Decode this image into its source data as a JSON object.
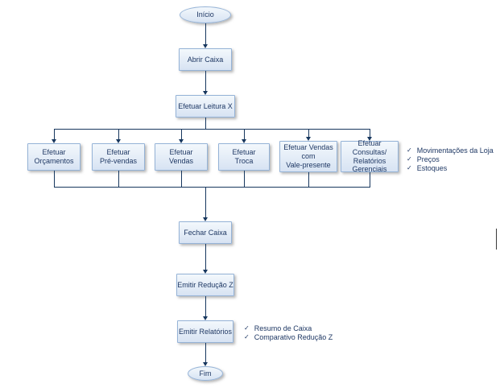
{
  "icons": {
    "check": "✓"
  },
  "flow": {
    "start_label": "Início",
    "end_label": "Fim",
    "abrir_caixa": "Abrir Caixa",
    "leitura_x": "Efetuar Leitura X",
    "fechar_caixa": "Fechar Caixa",
    "emitir_reducao_z": "Emitir Redução Z",
    "emitir_relatorios": "Emitir Relatórios",
    "branches": [
      {
        "label": "Efetuar\nOrçamentos"
      },
      {
        "label": "Efetuar\nPré-vendas"
      },
      {
        "label": "Efetuar\nVendas"
      },
      {
        "label": "Efetuar\nTroca"
      },
      {
        "label": "Efetuar Vendas\ncom\nVale-presente"
      },
      {
        "label": "Efetuar Consultas/\nRelatórios\nGerenciais"
      }
    ]
  },
  "notes": {
    "consultas": [
      "Movimentações da Loja",
      "Preços",
      "Estoques"
    ],
    "relatorios": [
      "Resumo de Caixa",
      "Comparativo Redução Z"
    ]
  },
  "colors": {
    "box_border": "#95b3d7",
    "box_fill_top": "#f3f8fc",
    "box_fill_bottom": "#d7e3f3",
    "connector": "#17375e",
    "text": "#1f3864"
  }
}
